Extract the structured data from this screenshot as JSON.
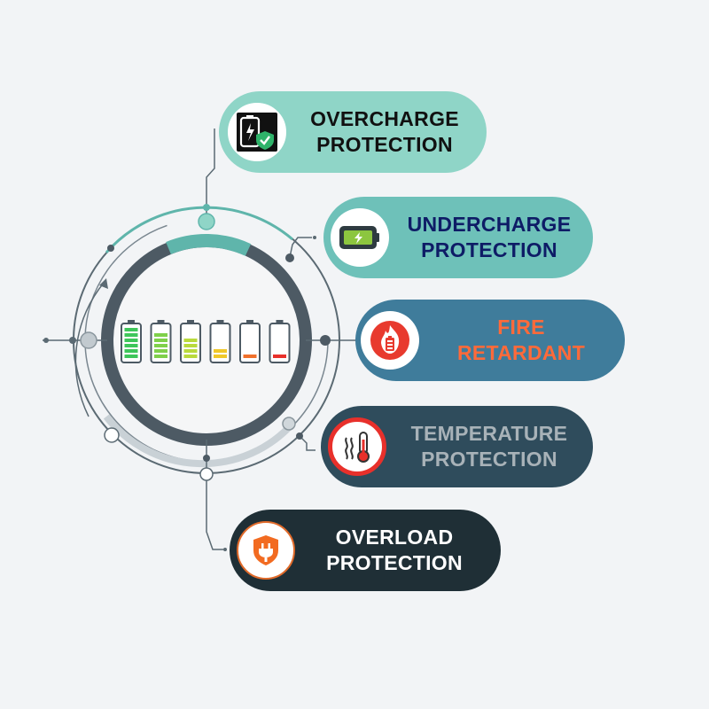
{
  "colors": {
    "background": "#f2f4f6",
    "ring_dark": "#4d5a64",
    "ring_teal": "#5fb5ab",
    "line": "#5b6a73"
  },
  "battery_levels": [
    {
      "fill": 1.0,
      "color": "#3ec65a"
    },
    {
      "fill": 0.8,
      "color": "#7fd04a"
    },
    {
      "fill": 0.6,
      "color": "#b9da3c"
    },
    {
      "fill": 0.4,
      "color": "#f0c829"
    },
    {
      "fill": 0.2,
      "color": "#f0702b"
    },
    {
      "fill": 0.1,
      "color": "#e8302b"
    }
  ],
  "features": [
    {
      "id": "overcharge",
      "line1": "OVERCHARGE",
      "line2": "PROTECTION",
      "icon": "battery-shield-icon",
      "pill_color": "#8fd5c7",
      "text_color": "#111111"
    },
    {
      "id": "undercharge",
      "line1": "UNDERCHARGE",
      "line2": "PROTECTION",
      "icon": "charging-battery-icon",
      "pill_color": "#6ec1b9",
      "text_color": "#0e1c66"
    },
    {
      "id": "fire",
      "line1": "FIRE",
      "line2": "RETARDANT",
      "icon": "fire-battery-icon",
      "pill_color": "#3f7c9b",
      "text_color": "#ff6a3a"
    },
    {
      "id": "temperature",
      "line1": "TEMPERATURE",
      "line2": "PROTECTION",
      "icon": "thermometer-heat-icon",
      "pill_color": "#2f4c5c",
      "text_color": "#a8b2b8"
    },
    {
      "id": "overload",
      "line1": "OVERLOAD",
      "line2": "PROTECTION",
      "icon": "plug-shield-icon",
      "pill_color": "#1f2f36",
      "text_color": "#ffffff"
    }
  ]
}
